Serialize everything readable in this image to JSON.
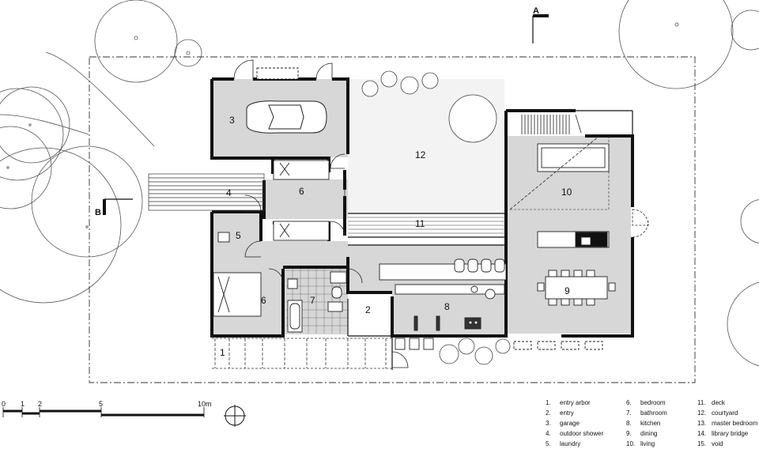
{
  "rooms": {
    "r1": "1",
    "r2": "2",
    "r3": "3",
    "r4": "4",
    "r5": "5",
    "r6a": "6",
    "r6b": "6",
    "r7": "7",
    "r8": "8",
    "r9": "9",
    "r10": "10",
    "r11": "11",
    "r12": "12"
  },
  "section_markers": {
    "a": "A",
    "b": "B"
  },
  "scale_bar": {
    "t0": "0",
    "t1": "1",
    "t2": "2",
    "t5": "5",
    "t10": "10m"
  },
  "legend": {
    "col1": [
      {
        "num": "1.",
        "label": "entry arbor"
      },
      {
        "num": "2.",
        "label": "entry"
      },
      {
        "num": "3.",
        "label": "garage"
      },
      {
        "num": "4.",
        "label": "outdoor shower"
      },
      {
        "num": "5.",
        "label": "laundry"
      }
    ],
    "col2": [
      {
        "num": "6.",
        "label": "bedroom"
      },
      {
        "num": "7.",
        "label": "bathroom"
      },
      {
        "num": "8.",
        "label": "kitchen"
      },
      {
        "num": "9.",
        "label": "dining"
      },
      {
        "num": "10.",
        "label": "living"
      }
    ],
    "col3": [
      {
        "num": "11.",
        "label": "deck"
      },
      {
        "num": "12.",
        "label": "courtyard"
      },
      {
        "num": "13.",
        "label": "master bedroom"
      },
      {
        "num": "14.",
        "label": "library bridge"
      },
      {
        "num": "15.",
        "label": "void"
      }
    ]
  }
}
